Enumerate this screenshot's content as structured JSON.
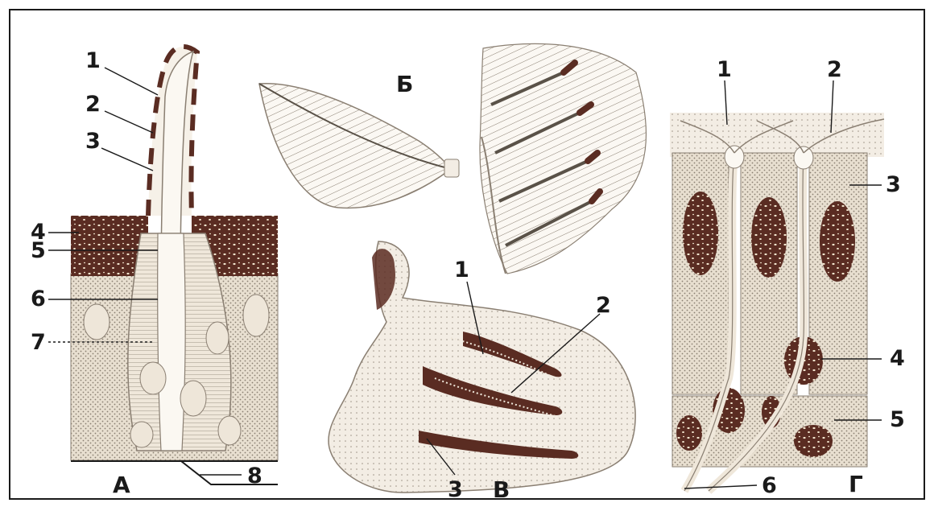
{
  "figure": {
    "colors": {
      "frame": "#1a1a1a",
      "tissue": "#e8dfd0",
      "dark": "#5a2c22",
      "ink": "#1a1a1a"
    },
    "panels": {
      "a": {
        "title": "А",
        "labels": [
          "1",
          "2",
          "3",
          "4",
          "5",
          "6",
          "7",
          "8"
        ]
      },
      "b": {
        "title": "Б"
      },
      "v": {
        "title": "В",
        "labels": [
          "1",
          "2",
          "3"
        ]
      },
      "g": {
        "title": "Г",
        "labels": [
          "1",
          "2",
          "3",
          "4",
          "5",
          "6"
        ]
      }
    }
  }
}
